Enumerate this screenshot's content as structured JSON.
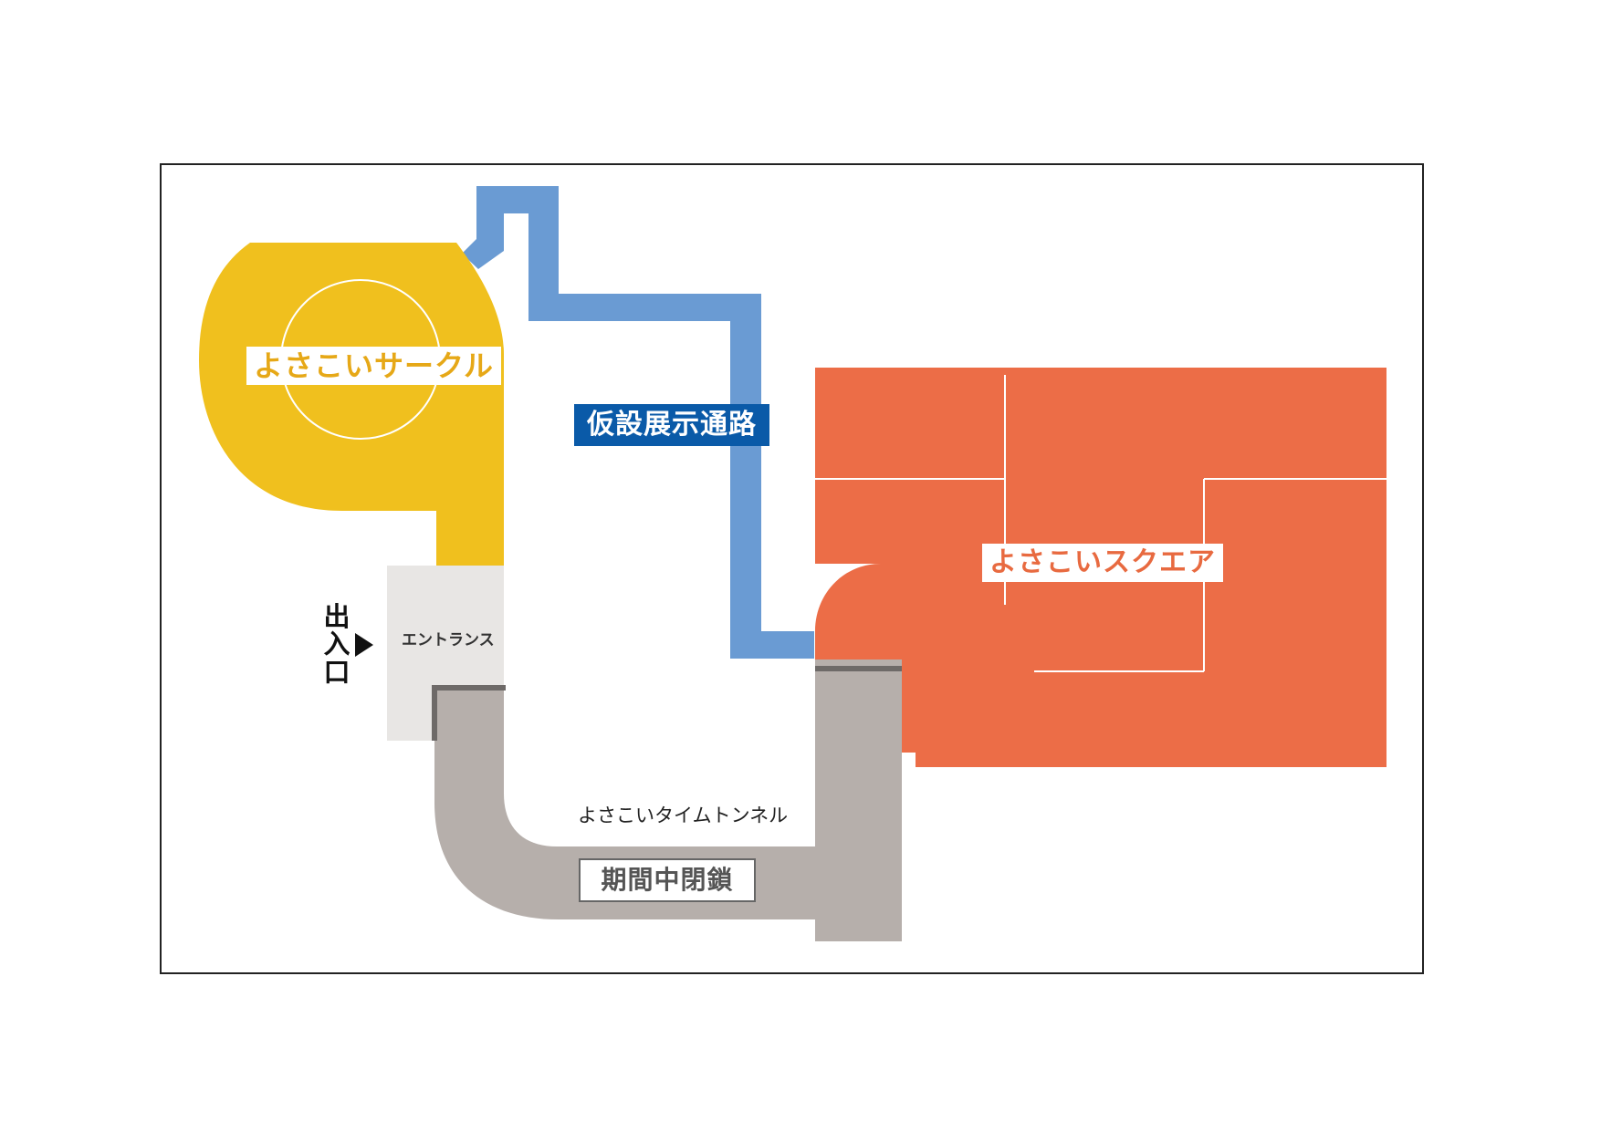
{
  "zones": {
    "circle": {
      "label": "よさこいサークル",
      "color": "#f0c01e"
    },
    "passage": {
      "label": "仮設展示通路",
      "color": "#6a9bd3",
      "label_bg": "#0a5aa8"
    },
    "square": {
      "label": "よさこいスクエア",
      "color": "#ec6d47"
    },
    "entrance": {
      "label": "エントランス",
      "color": "#e8e6e4"
    },
    "tunnel": {
      "label": "よさこいタイムトンネル",
      "status": "期間中閉鎖",
      "color": "#b6afab"
    }
  },
  "exit": {
    "label": "出入口"
  }
}
